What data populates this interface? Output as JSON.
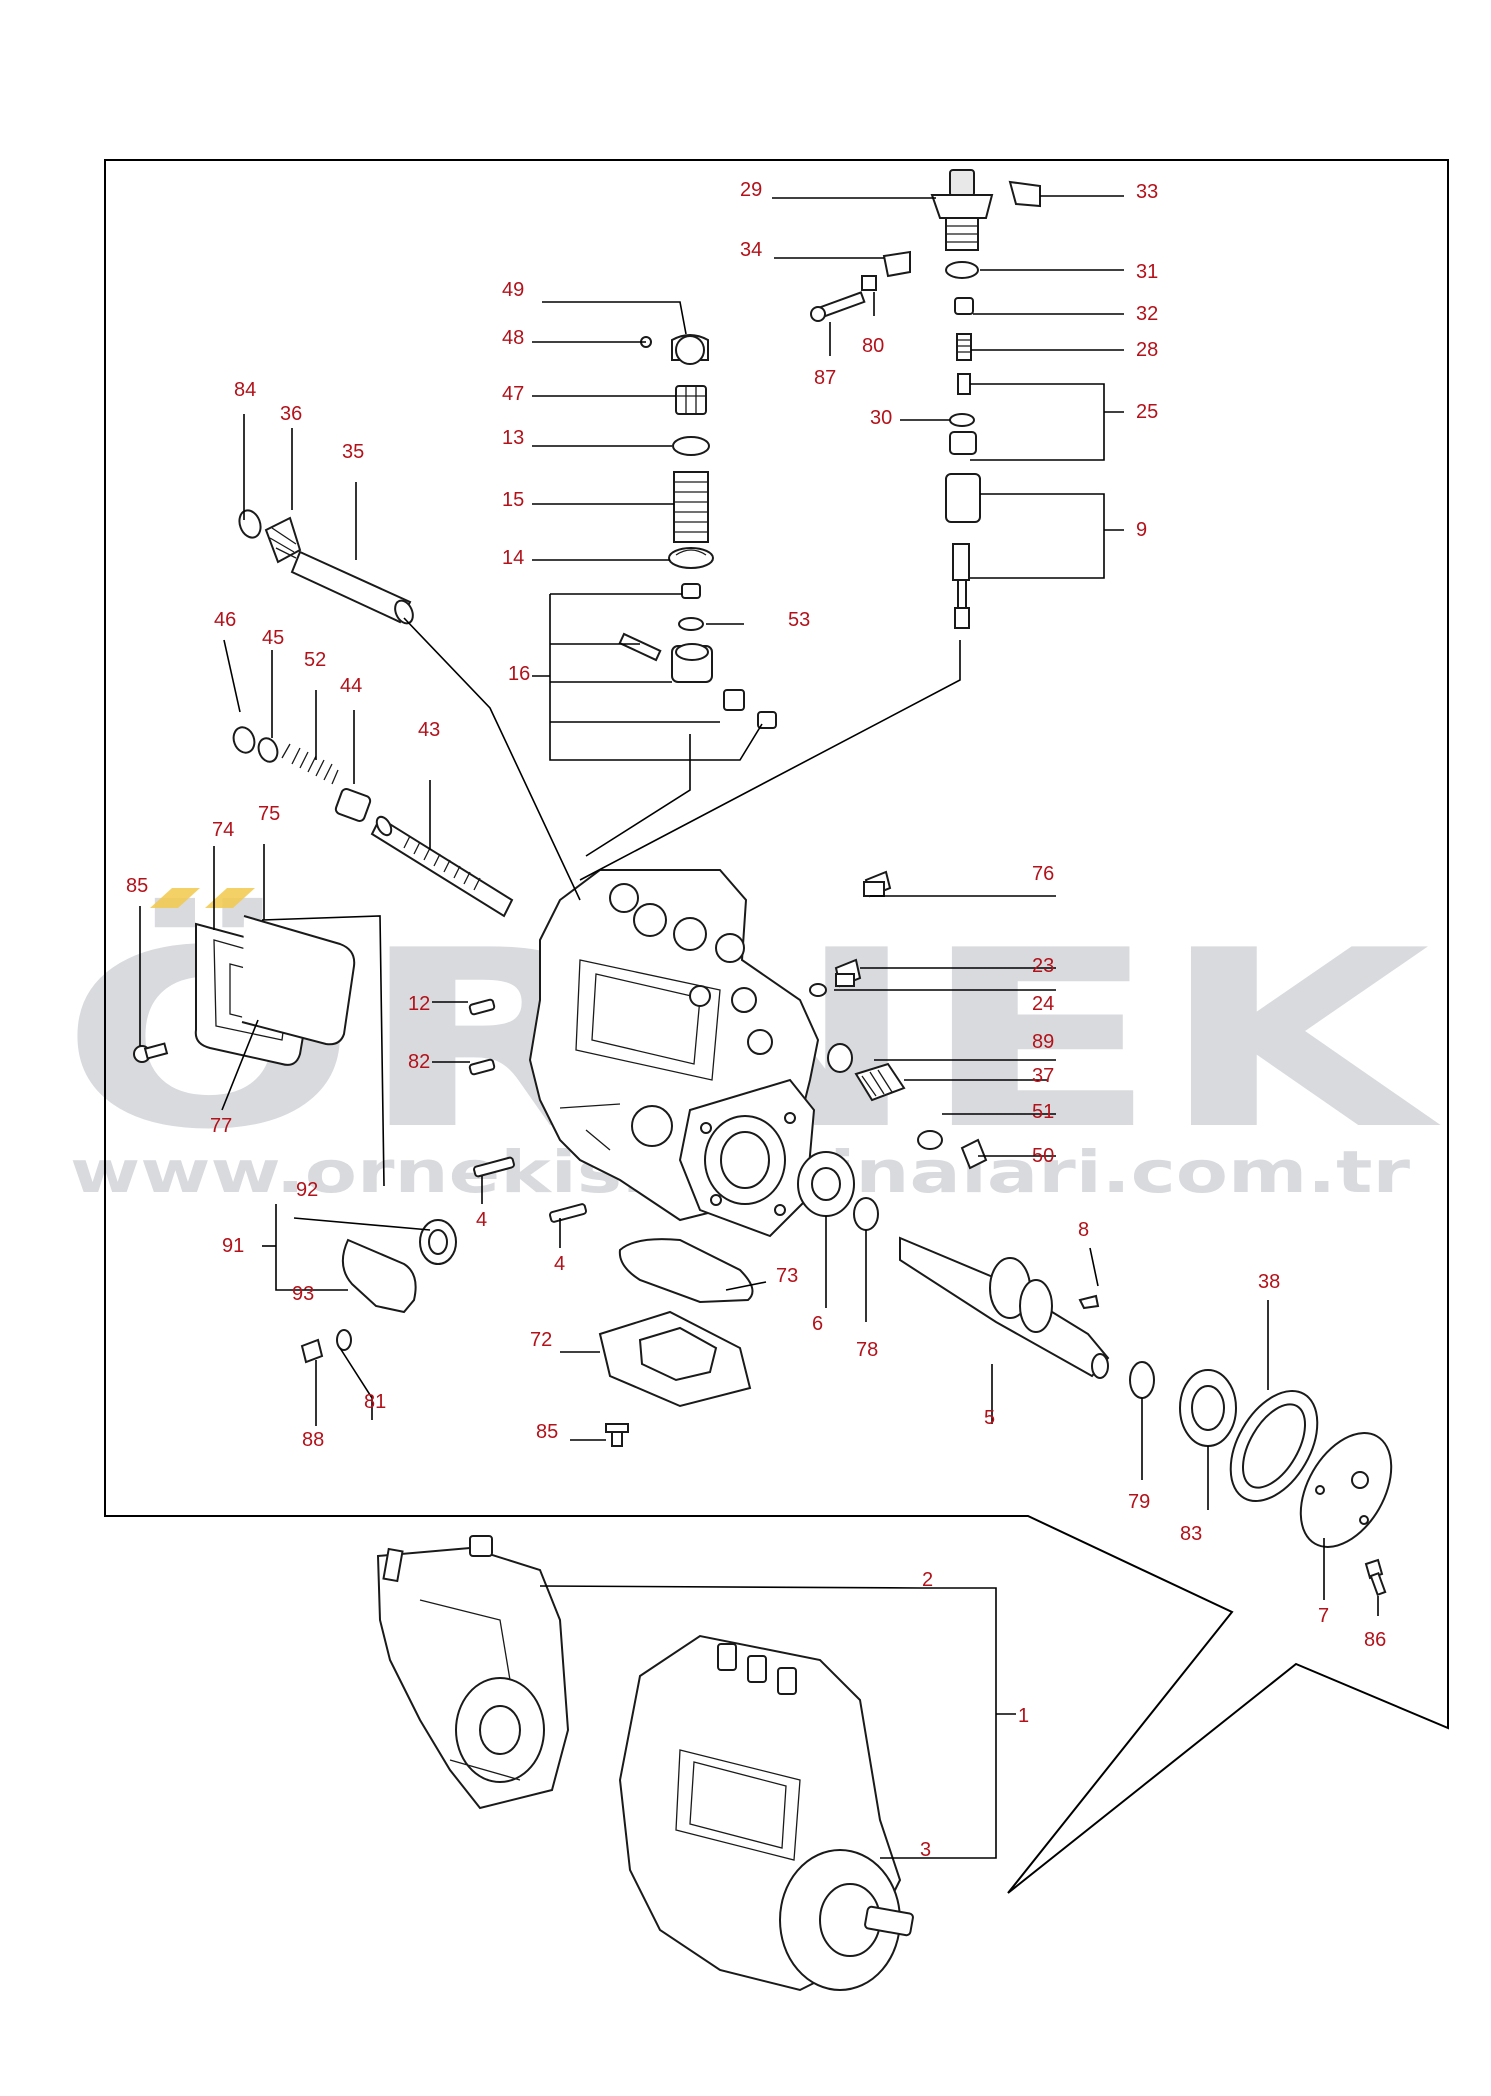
{
  "watermark": {
    "brand": "ÖRNEK",
    "url": "www.ornekisimakinalari.com.tr",
    "accent_color": "#f2c94c"
  },
  "callouts": [
    "1",
    "2",
    "3",
    "4",
    "4",
    "5",
    "6",
    "7",
    "8",
    "9",
    "12",
    "13",
    "14",
    "15",
    "16",
    "23",
    "24",
    "25",
    "28",
    "29",
    "30",
    "31",
    "32",
    "33",
    "34",
    "35",
    "36",
    "37",
    "38",
    "43",
    "44",
    "45",
    "46",
    "47",
    "48",
    "49",
    "50",
    "51",
    "52",
    "53",
    "72",
    "73",
    "74",
    "75",
    "76",
    "77",
    "78",
    "79",
    "80",
    "81",
    "82",
    "83",
    "84",
    "85",
    "85",
    "86",
    "87",
    "88",
    "89",
    "91",
    "92",
    "93"
  ]
}
